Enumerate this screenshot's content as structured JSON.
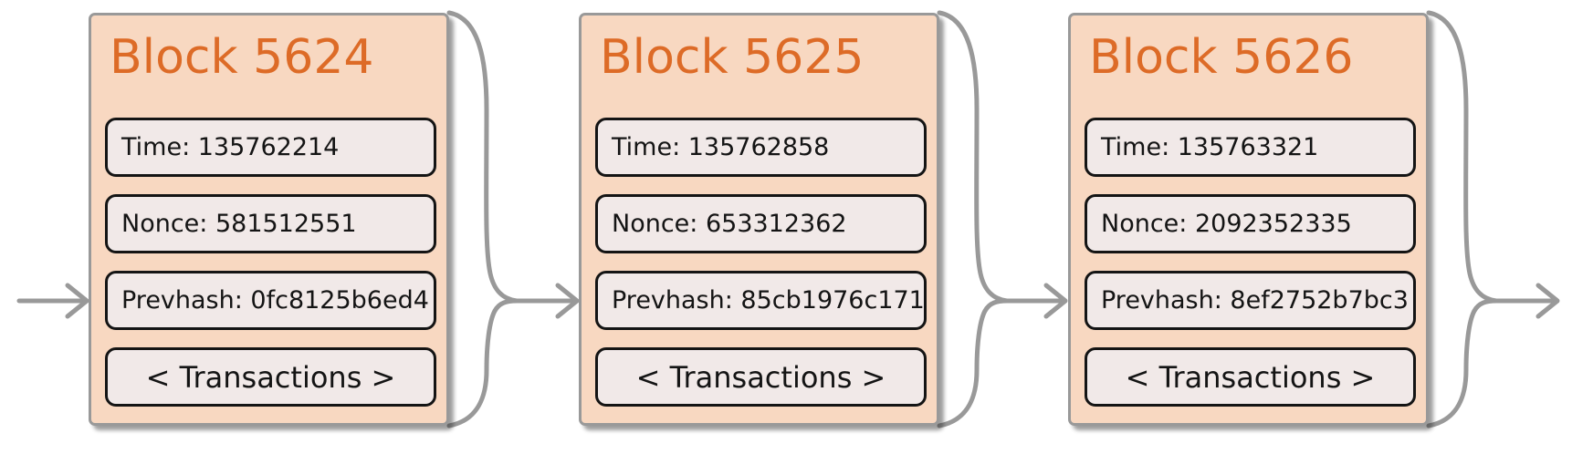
{
  "diagram": {
    "kind": "blockchain-chain-diagram",
    "background": "#ffffff"
  },
  "colors": {
    "block_fill": "#f8d8c1",
    "block_border": "#999999",
    "field_fill": "#f1e9e8",
    "field_border": "#141414",
    "title_accent": "#dd6b27",
    "connector": "#999999",
    "text": "#141414"
  },
  "connector": {
    "type": "curly-brace-with-right-arrow",
    "count": 4
  },
  "blocks": [
    {
      "title": "Block 5624",
      "time": "Time: 135762214",
      "nonce": "Nonce: 581512551",
      "prevhash": "Prevhash: 0fc8125b6ed4",
      "transactions": "< Transactions >"
    },
    {
      "title": "Block 5625",
      "time": "Time: 135762858",
      "nonce": "Nonce: 653312362",
      "prevhash": "Prevhash: 85cb1976c171",
      "transactions": "< Transactions >"
    },
    {
      "title": "Block 5626",
      "time": "Time: 135763321",
      "nonce": "Nonce: 2092352335",
      "prevhash": "Prevhash: 8ef2752b7bc3",
      "transactions": "< Transactions >"
    }
  ]
}
